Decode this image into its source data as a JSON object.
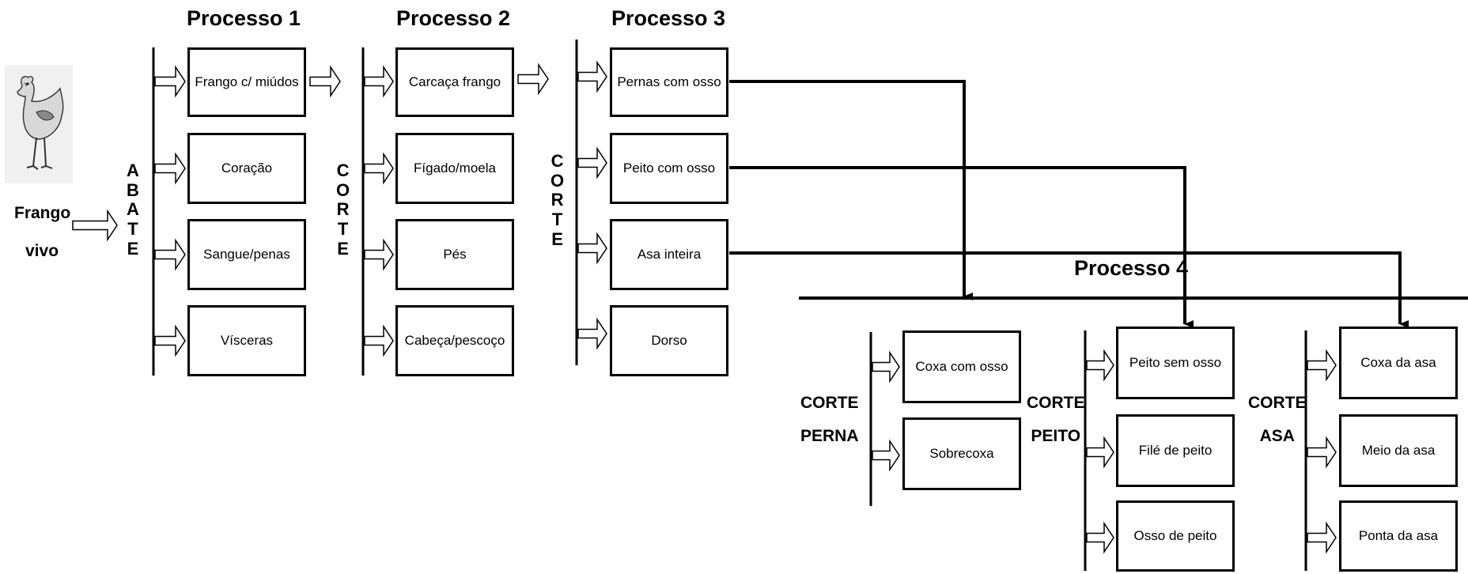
{
  "input": {
    "line1": "Frango",
    "line2": "vivo"
  },
  "processes": [
    {
      "header": "Processo 1",
      "stage": "ABATE",
      "items": [
        "Frango c/ miúdos",
        "Coração",
        "Sangue/penas",
        "Vísceras"
      ]
    },
    {
      "header": "Processo 2",
      "stage": "CORTE",
      "items": [
        "Carcaça frango",
        "Fígado/moela",
        "Pés",
        "Cabeça/pescoço"
      ]
    },
    {
      "header": "Processo 3",
      "stage": "CORTE",
      "items": [
        "Pernas com osso",
        "Peito com osso",
        "Asa inteira",
        "Dorso"
      ]
    }
  ],
  "process4": {
    "header": "Processo 4",
    "groups": [
      {
        "label_line1": "CORTE",
        "label_line2": "PERNA",
        "items": [
          "Coxa com osso",
          "Sobrecoxa"
        ]
      },
      {
        "label_line1": "CORTE",
        "label_line2": "PEITO",
        "items": [
          "Peito sem osso",
          "Filé de peito",
          "Osso de peito"
        ]
      },
      {
        "label_line1": "CORTE",
        "label_line2": "ASA",
        "items": [
          "Coxa da asa",
          "Meio da asa",
          "Ponta da asa"
        ]
      }
    ]
  },
  "icons": {
    "chicken": "chicken-icon",
    "arrow": "hollow-arrow-icon"
  }
}
